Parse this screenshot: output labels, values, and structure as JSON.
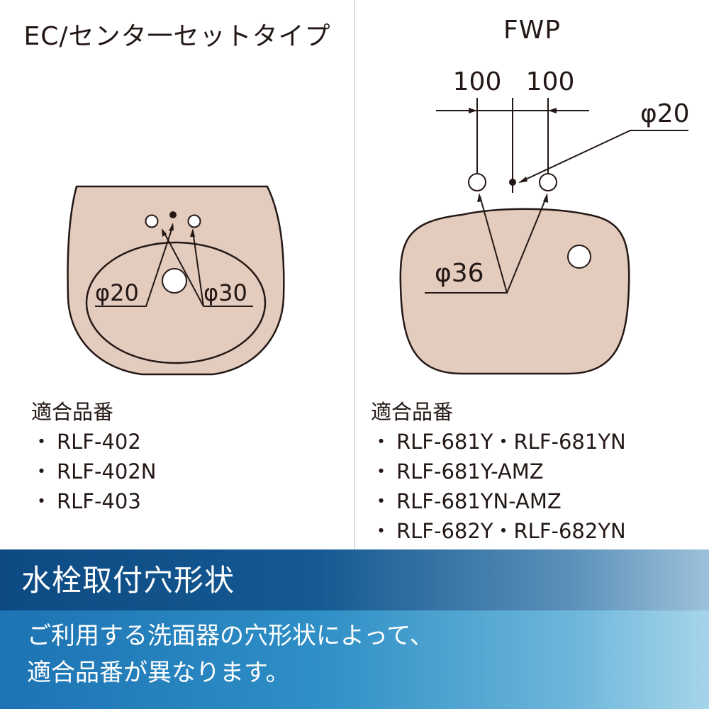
{
  "left": {
    "title": "EC/センタ一セットタイプ",
    "dim_small": "φ20",
    "dim_large": "φ30",
    "models_heading": "適合品番",
    "models": [
      "RLF-402",
      "RLF-402N",
      "RLF-403"
    ]
  },
  "right": {
    "title": "FWP",
    "spacing_left": "100",
    "spacing_right": "100",
    "dim_small": "φ20",
    "dim_large": "φ36",
    "models_heading": "適合品番",
    "models": [
      "RLF-681Y・RLF-681YN",
      "RLF-681Y-AMZ",
      "RLF-681YN-AMZ",
      "RLF-682Y・RLF-682YN"
    ]
  },
  "banner": {
    "title": "水栓取付穴形状",
    "line1": "ご利用する洗面器の穴形状によって、",
    "line2": "適合品番が異なります。"
  },
  "colors": {
    "basin_fill": "#e3cbbd",
    "outline": "#231815",
    "banner_dark": "#0d4a83",
    "banner_light": "#2f8fc6"
  }
}
